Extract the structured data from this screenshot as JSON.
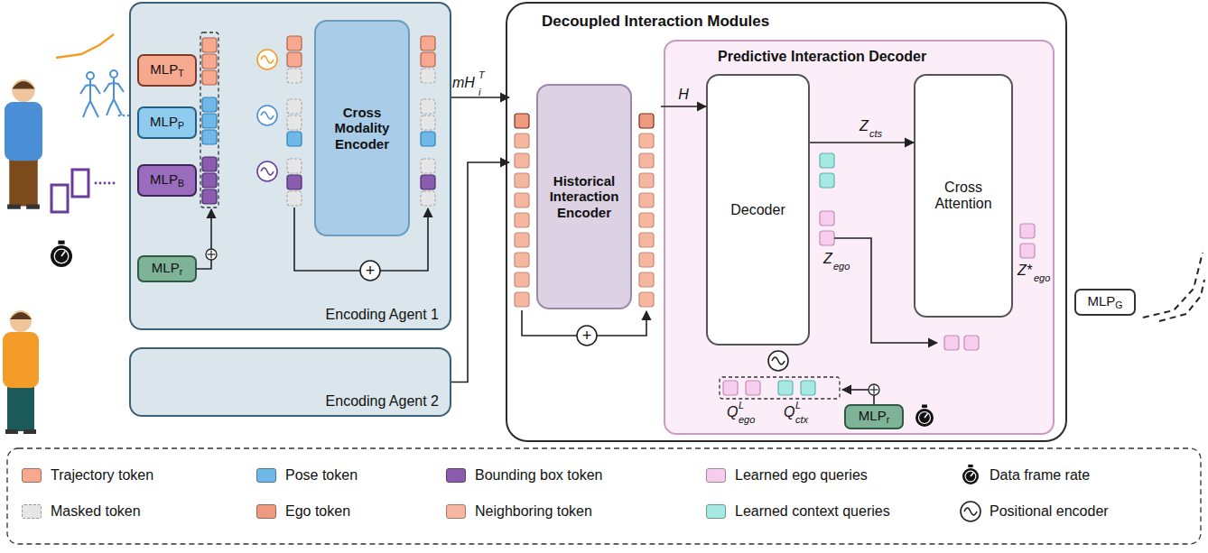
{
  "diagram": {
    "nodes": [
      {
        "text": [
          "Encoding Agent 1"
        ]
      },
      {
        "text": [
          "MLP",
          "T"
        ],
        "in": 0
      },
      {
        "text": [
          "MLP",
          "P"
        ],
        "in": 0
      },
      {
        "text": [
          "MLP",
          "B"
        ],
        "in": 0
      },
      {
        "text": [
          "MLP",
          "r"
        ],
        "in": 0
      },
      {
        "text": [
          "Cross Modality Encoder"
        ],
        "in": 0
      },
      {
        "text": [
          "Encoding Agent 2"
        ]
      },
      {
        "text": [
          "Decoupled Interaction Modules"
        ]
      },
      {
        "text": [
          "Historical Interaction Encoder"
        ],
        "in": 7
      },
      {
        "text": [
          "Predictive Interaction Decoder"
        ],
        "in": 7
      },
      {
        "text": [
          "Decoder"
        ],
        "in": 9
      },
      {
        "text": [
          "Cross Attention"
        ],
        "in": 9
      },
      {
        "text": [
          "MLP",
          "r"
        ],
        "in": 9
      },
      {
        "text": [
          "MLP",
          "G"
        ]
      }
    ],
    "edges": [
      {
        "from": 0,
        "to": 8,
        "arrow": "to"
      },
      {
        "from": 6,
        "to": 8,
        "arrow": "to"
      },
      {
        "from": 8,
        "to": 10,
        "label": "H",
        "arrow": "to"
      },
      {
        "from": 10,
        "to": 11,
        "arrow": "to"
      }
    ],
    "labels": [
      "mH",
      "i",
      "T",
      "+",
      "+",
      "Z",
      "cts",
      "Z",
      "ego",
      "Z*",
      "ego",
      "Q",
      "L",
      "ego",
      "Q",
      "L",
      "ctx"
    ],
    "legend": [
      {
        "text": "Trajectory token",
        "color": "#f6a98f"
      },
      {
        "text": "Pose token",
        "color": "#6fb8e8"
      },
      {
        "text": "Bounding box token",
        "color": "#8a5cae"
      },
      {
        "text": "Learned ego queries",
        "color": "#f7cdee"
      },
      {
        "text": "Data frame rate"
      },
      {
        "text": "Masked token",
        "color": "#e6e6e6"
      },
      {
        "text": "Ego token",
        "color": "#ee9a80"
      },
      {
        "text": "Neighboring token",
        "color": "#f6b7a0"
      },
      {
        "text": "Learned context queries",
        "color": "#a6e8e2"
      },
      {
        "text": "Positional encoder"
      }
    ]
  }
}
